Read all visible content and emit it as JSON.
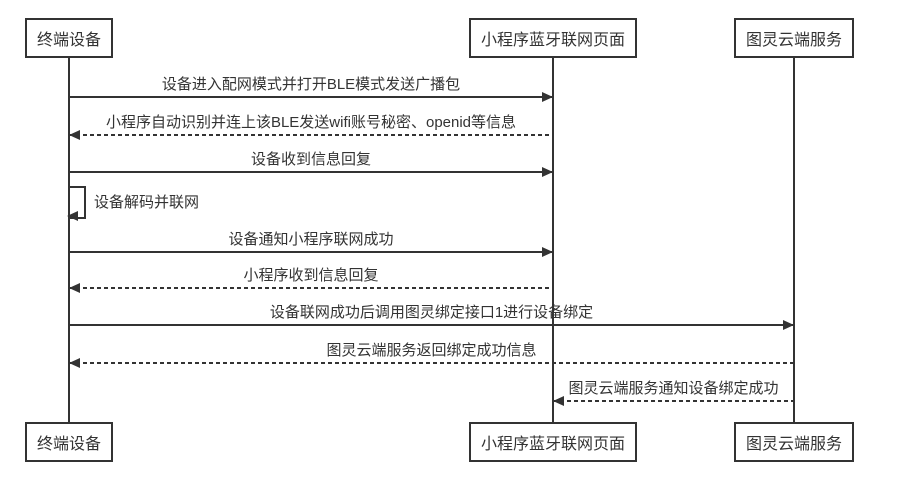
{
  "diagram": {
    "type": "sequence-diagram",
    "colors": {
      "line": "#333333",
      "text": "#333333",
      "background": "#ffffff"
    },
    "participants": [
      {
        "id": "device",
        "label": "终端设备"
      },
      {
        "id": "miniprogram",
        "label": "小程序蓝牙联网页面"
      },
      {
        "id": "cloud",
        "label": "图灵云端服务"
      }
    ],
    "messages": [
      {
        "from": "device",
        "to": "miniprogram",
        "style": "solid",
        "label": "设备进入配网模式并打开BLE模式发送广播包"
      },
      {
        "from": "miniprogram",
        "to": "device",
        "style": "dashed",
        "label": "小程序自动识别并连上该BLE发送wifi账号秘密、openid等信息"
      },
      {
        "from": "device",
        "to": "miniprogram",
        "style": "solid",
        "label": "设备收到信息回复"
      },
      {
        "from": "device",
        "to": "device",
        "style": "solid",
        "self": true,
        "label": "设备解码并联网"
      },
      {
        "from": "device",
        "to": "miniprogram",
        "style": "solid",
        "label": "设备通知小程序联网成功"
      },
      {
        "from": "miniprogram",
        "to": "device",
        "style": "dashed",
        "label": "小程序收到信息回复"
      },
      {
        "from": "device",
        "to": "cloud",
        "style": "solid",
        "label": "设备联网成功后调用图灵绑定接口1进行设备绑定"
      },
      {
        "from": "cloud",
        "to": "device",
        "style": "dashed",
        "label": "图灵云端服务返回绑定成功信息"
      },
      {
        "from": "cloud",
        "to": "miniprogram",
        "style": "dashed",
        "label": "图灵云端服务通知设备绑定成功"
      }
    ]
  }
}
